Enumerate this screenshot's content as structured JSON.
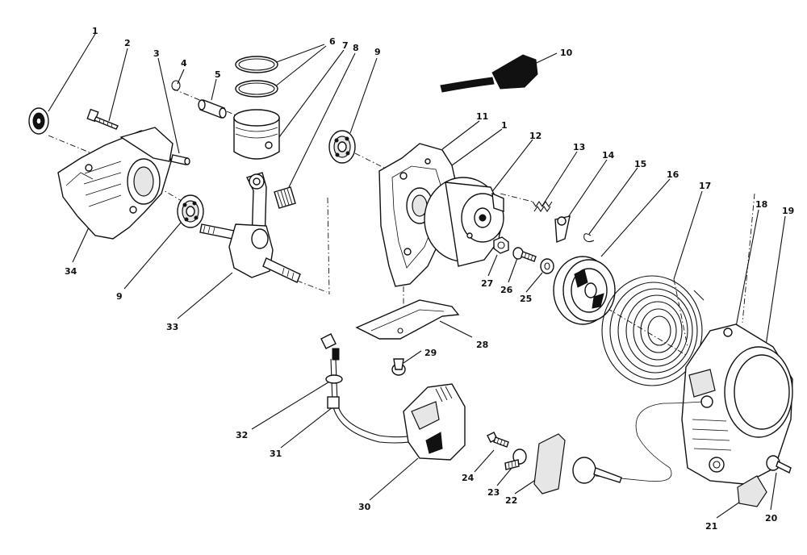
{
  "callouts": [
    {
      "id": "c1a",
      "text": "1"
    },
    {
      "id": "c2",
      "text": "2"
    },
    {
      "id": "c3",
      "text": "3"
    },
    {
      "id": "c4",
      "text": "4"
    },
    {
      "id": "c5",
      "text": "5"
    },
    {
      "id": "c6",
      "text": "6"
    },
    {
      "id": "c7",
      "text": "7"
    },
    {
      "id": "c8",
      "text": "8"
    },
    {
      "id": "c9a",
      "text": "9"
    },
    {
      "id": "c10",
      "text": "10"
    },
    {
      "id": "c11",
      "text": "11"
    },
    {
      "id": "c1b",
      "text": "1"
    },
    {
      "id": "c12",
      "text": "12"
    },
    {
      "id": "c13",
      "text": "13"
    },
    {
      "id": "c14",
      "text": "14"
    },
    {
      "id": "c15",
      "text": "15"
    },
    {
      "id": "c16",
      "text": "16"
    },
    {
      "id": "c17",
      "text": "17"
    },
    {
      "id": "c18",
      "text": "18"
    },
    {
      "id": "c19",
      "text": "19"
    },
    {
      "id": "c34",
      "text": "34"
    },
    {
      "id": "c9b",
      "text": "9"
    },
    {
      "id": "c33",
      "text": "33"
    },
    {
      "id": "c27",
      "text": "27"
    },
    {
      "id": "c26",
      "text": "26"
    },
    {
      "id": "c25",
      "text": "25"
    },
    {
      "id": "c28",
      "text": "28"
    },
    {
      "id": "c29",
      "text": "29"
    },
    {
      "id": "c32",
      "text": "32"
    },
    {
      "id": "c31",
      "text": "31"
    },
    {
      "id": "c30",
      "text": "30"
    },
    {
      "id": "c24",
      "text": "24"
    },
    {
      "id": "c23",
      "text": "23"
    },
    {
      "id": "c22",
      "text": "22"
    },
    {
      "id": "c21",
      "text": "21"
    },
    {
      "id": "c20",
      "text": "20"
    }
  ]
}
